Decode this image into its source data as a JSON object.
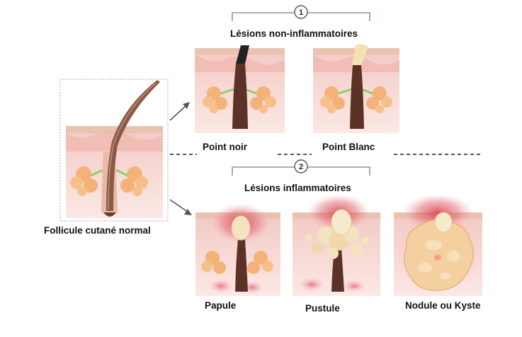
{
  "section1": {
    "number": "1",
    "title": "Lésions non-inflammatoires"
  },
  "section2": {
    "number": "2",
    "title": "Lésions inflammatoires"
  },
  "labels": {
    "normal": "Follicule cutané normal",
    "blackhead": "Point noir",
    "whitehead": "Point Blanc",
    "papule": "Papule",
    "pustule": "Pustule",
    "nodule": "Nodule ou Kyste"
  },
  "colors": {
    "skin_top": "#e9c7b3",
    "dermis": "#f6d7d1",
    "dermis_light": "#fbe6e2",
    "hair": "#5b3225",
    "gland": "#f3b27a",
    "inflammation": "#d64a57",
    "pus": "#f4e3c0",
    "bracket": "#8c97a8",
    "arrow": "#555555"
  }
}
